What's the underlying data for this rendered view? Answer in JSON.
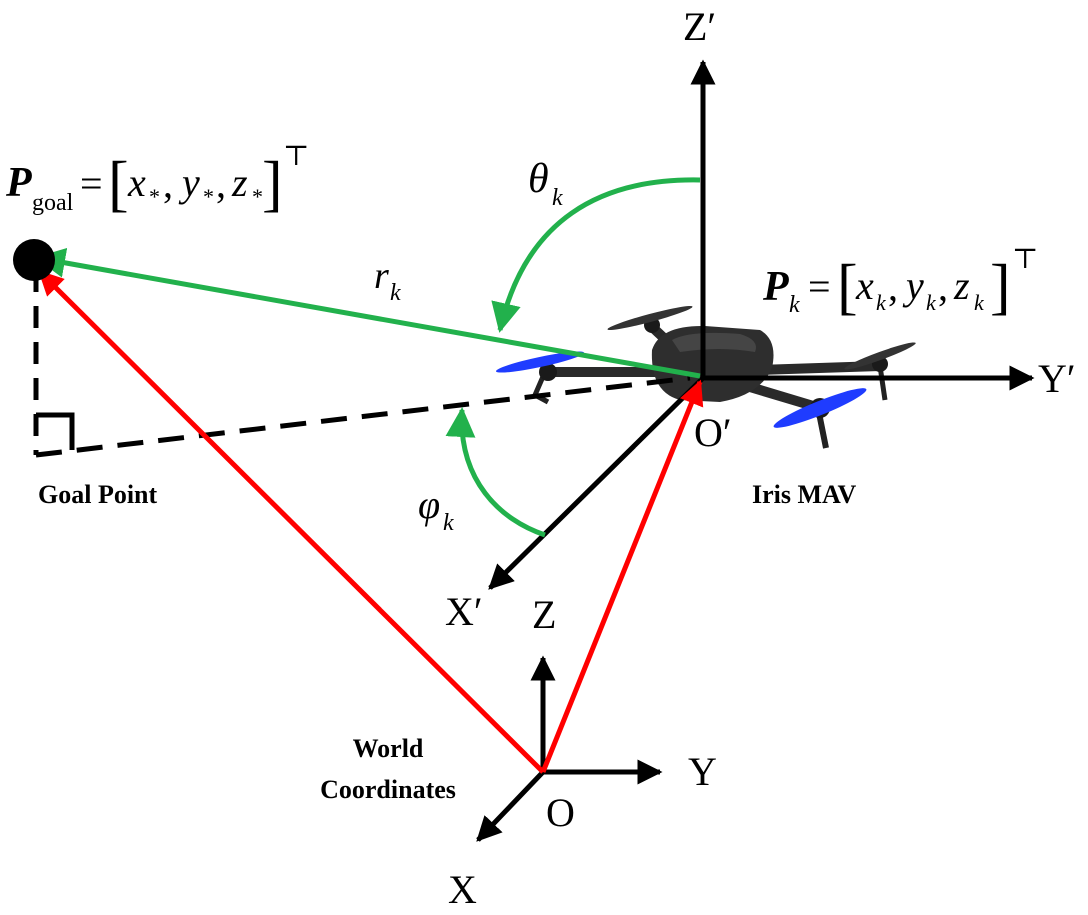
{
  "labels": {
    "goal_point": "Goal Point",
    "iris_mav": "Iris MAV",
    "world_line1": "World",
    "world_line2": "Coordinates"
  },
  "body_axes": {
    "z": "Z′",
    "y": "Y′",
    "x": "X′",
    "origin": "O′"
  },
  "world_axes": {
    "z": "Z",
    "y": "Y",
    "x": "X",
    "origin": "O"
  },
  "math": {
    "theta_symbol": "θ",
    "theta_sub": "k",
    "phi_symbol": "φ",
    "phi_sub": "k",
    "r_symbol": "r",
    "r_sub": "k",
    "p_goal": {
      "symbol": "P",
      "sub": "goal",
      "eq": "=",
      "lbracket": "[",
      "e1": "x",
      "e2": "y",
      "e3": "z",
      "star": "*",
      "comma": ",",
      "rbracket": "]",
      "transpose": "⊤"
    },
    "p_k": {
      "symbol": "P",
      "sub": "k",
      "eq": "=",
      "lbracket": "[",
      "e1": "x",
      "e2": "y",
      "e3": "z",
      "comma": ",",
      "rbracket": "]",
      "transpose": "⊤"
    }
  },
  "colors": {
    "axis": "#000000",
    "position_vector": "#ff0000",
    "relative_vector": "#22b14c",
    "angle_arc": "#22b14c",
    "propeller": "#1f3cff",
    "drone_body": "#2a2a2a"
  }
}
